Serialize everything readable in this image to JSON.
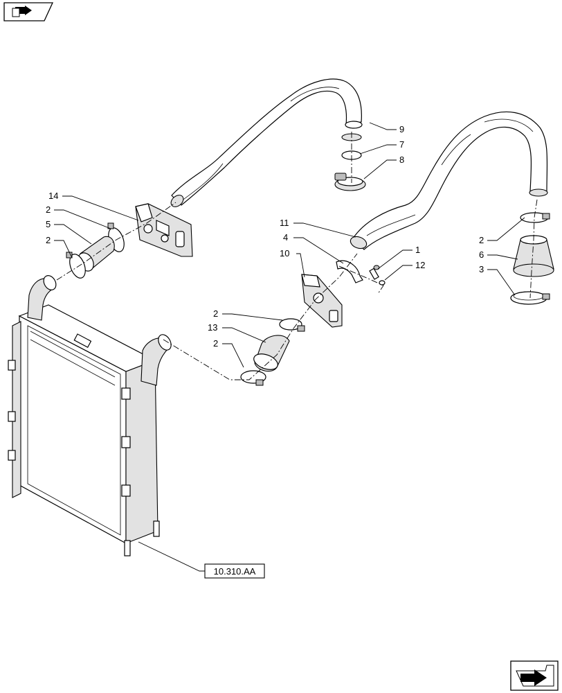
{
  "callouts": {
    "c1": "1",
    "c2a": "2",
    "c2b": "2",
    "c2c": "2",
    "c2d": "2",
    "c2e": "2",
    "c3": "3",
    "c4": "4",
    "c5": "5",
    "c6": "6",
    "c7": "7",
    "c8": "8",
    "c9": "9",
    "c10": "10",
    "c11": "11",
    "c12": "12",
    "c13": "13",
    "c14": "14"
  },
  "reference": {
    "label": "10.310.AA"
  },
  "icons": {
    "top_left": "book-arrow-icon",
    "bottom_right": "next-page-arrow-icon"
  }
}
